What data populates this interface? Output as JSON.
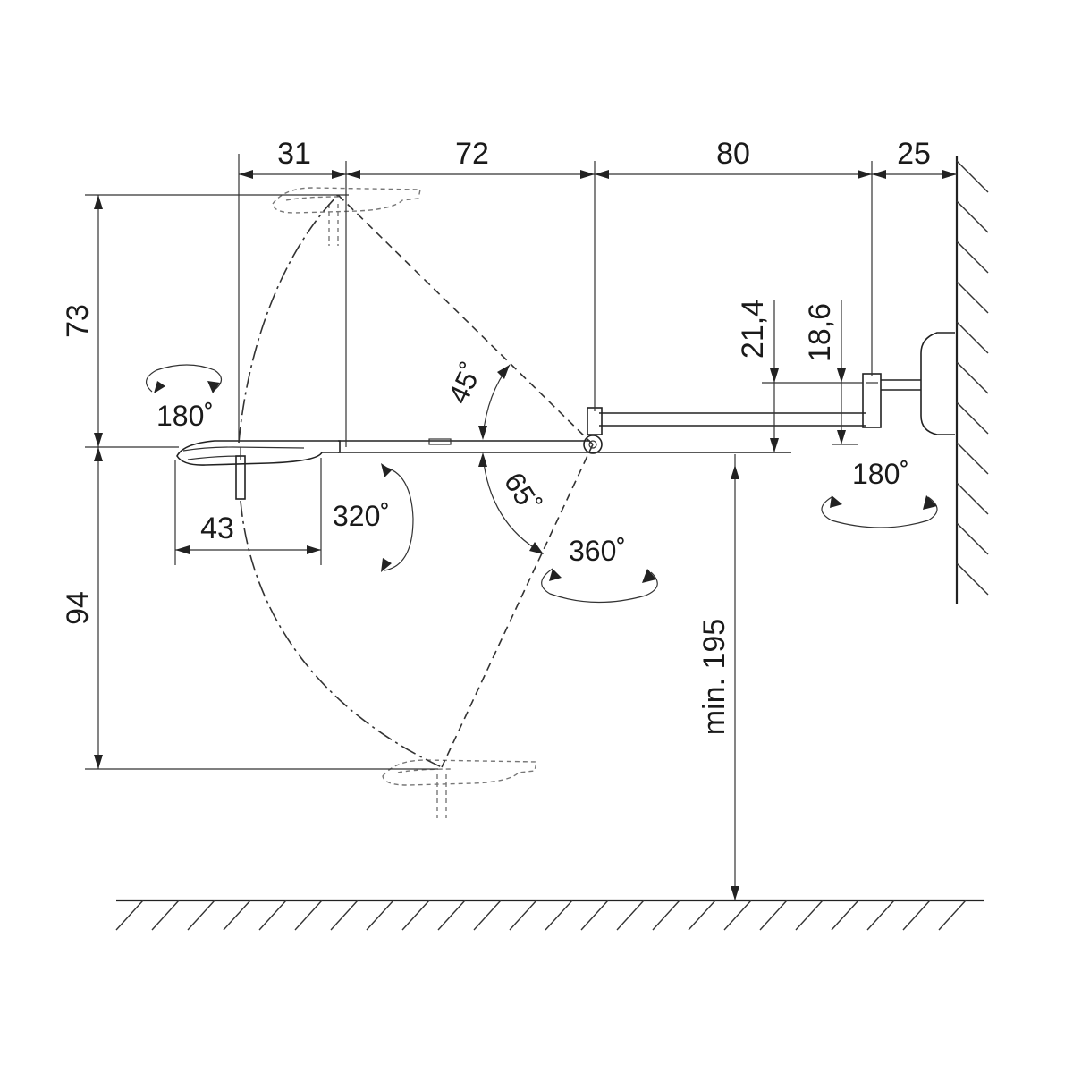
{
  "dimensions": {
    "d31": "31",
    "d72": "72",
    "d80": "80",
    "d25": "25",
    "d73": "73",
    "d94": "94",
    "d43": "43",
    "d21_4": "21,4",
    "d18_6": "18,6",
    "dmin195": "min. 195"
  },
  "angles": {
    "rot180_left": "180˚",
    "tilt45": "45˚",
    "rot320": "320˚",
    "tilt65": "65˚",
    "rot360": "360˚",
    "rot180_right": "180˚"
  },
  "colors": {
    "line": "#222222",
    "ghost": "#777777",
    "background": "#ffffff"
  }
}
